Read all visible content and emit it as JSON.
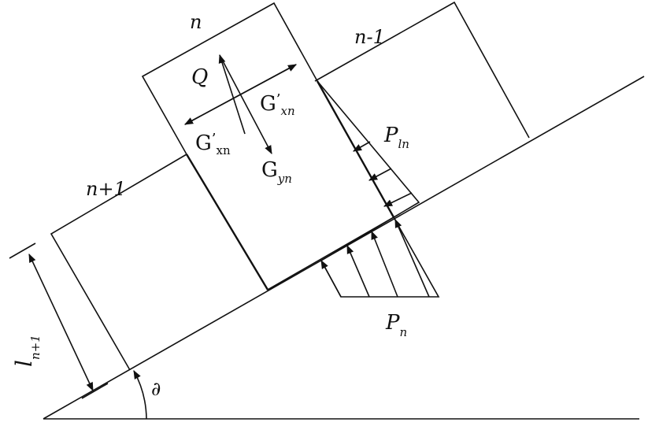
{
  "labels": {
    "block_n": "n",
    "block_n_minus_1": "n-1",
    "block_n_plus_1": "n+1",
    "Q": "Q",
    "G_x_right": {
      "main": "G",
      "prime": "’",
      "sub": "xn"
    },
    "G_x_left": {
      "main": "G",
      "prime": "’",
      "sub": "xn"
    },
    "G_y": {
      "main": "G",
      "sub": "yn"
    },
    "P_l": {
      "main": "P",
      "sub": "ln"
    },
    "P_n": {
      "main": "P",
      "sub": "n"
    },
    "l_height": {
      "main": "l",
      "sub": "n+1"
    },
    "angle": "∂"
  }
}
